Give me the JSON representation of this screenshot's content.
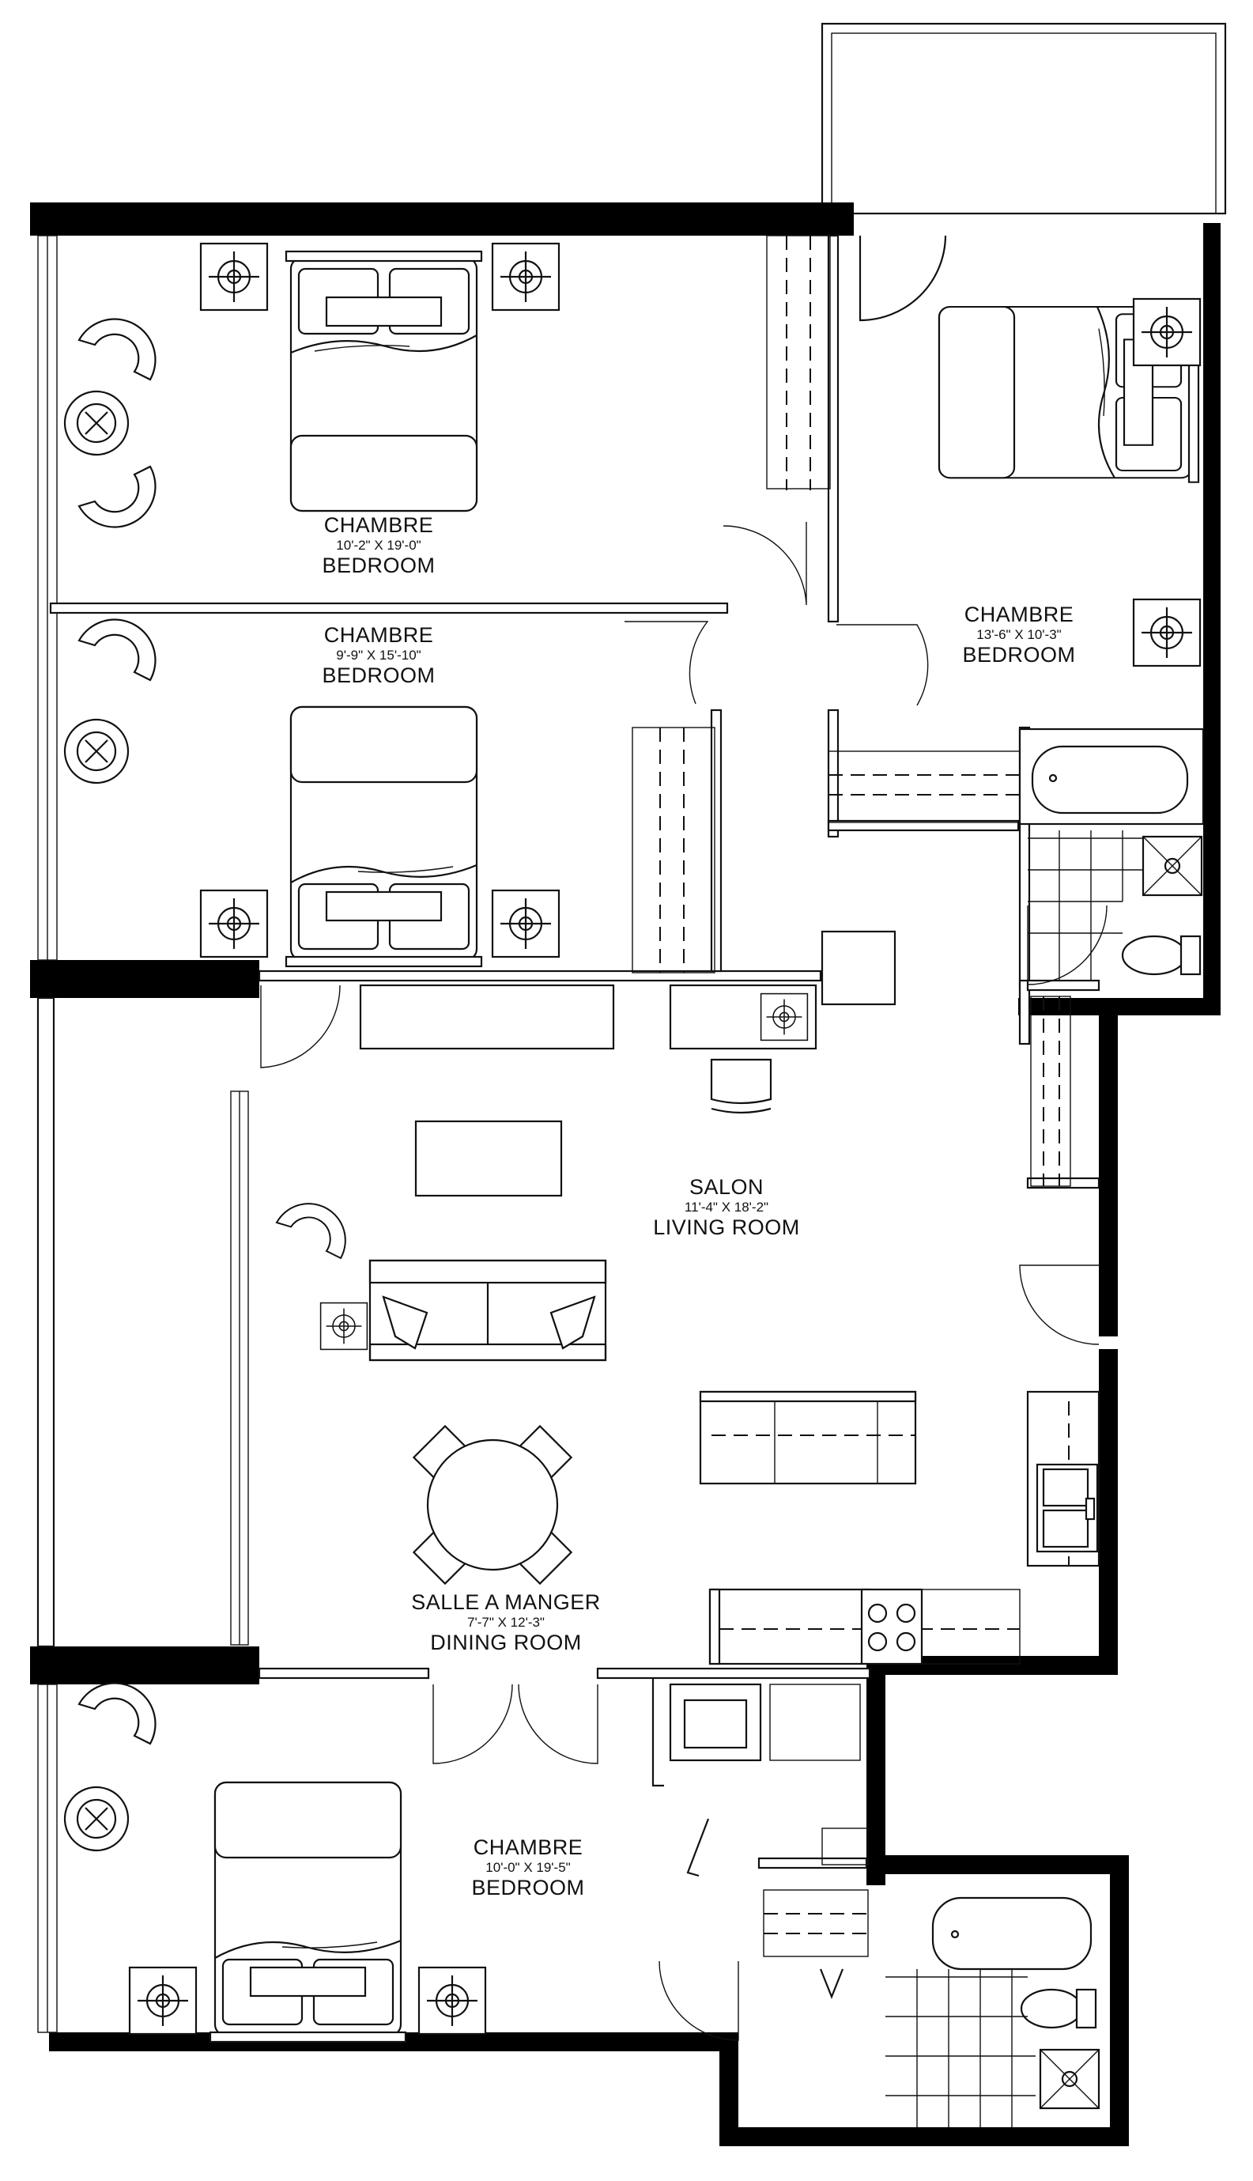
{
  "rooms": [
    {
      "name_fr": "CHAMBRE",
      "dims": "10'-2\" X 19'-0\"",
      "name_en": "BEDROOM"
    },
    {
      "name_fr": "CHAMBRE",
      "dims": "9'-9\" X 15'-10\"",
      "name_en": "BEDROOM"
    },
    {
      "name_fr": "CHAMBRE",
      "dims": "13'-6\" X 10'-3\"",
      "name_en": "BEDROOM"
    },
    {
      "name_fr": "SALON",
      "dims": "11'-4\" X 18'-2\"",
      "name_en": "LIVING ROOM"
    },
    {
      "name_fr": "SALLE A MANGER",
      "dims": "7'-7\" X 12'-3\"",
      "name_en": "DINING ROOM"
    },
    {
      "name_fr": "CHAMBRE",
      "dims": "10'-0\" X 19'-5\"",
      "name_en": "BEDROOM"
    }
  ]
}
